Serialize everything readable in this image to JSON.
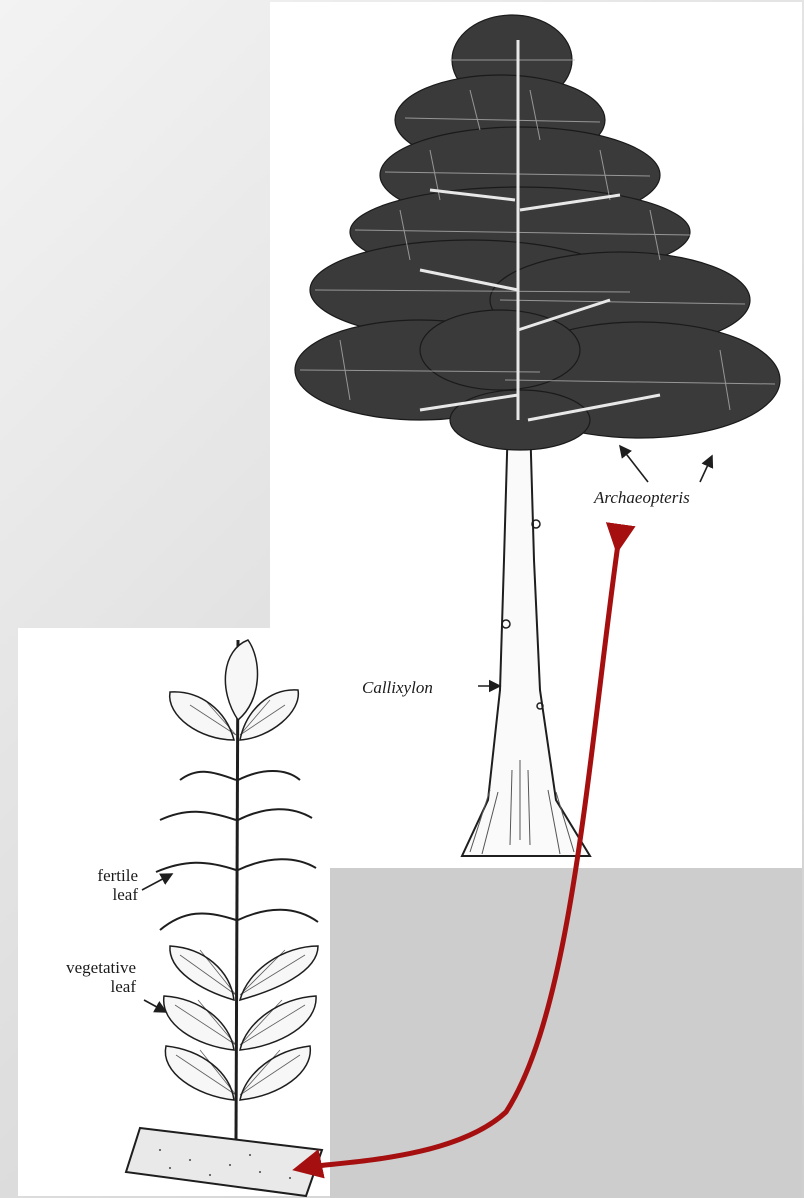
{
  "labels": {
    "archaeopteris": "Archaeopteris",
    "callixylon": "Callixylon",
    "fertile_line1": "fertile",
    "fertile_line2": "leaf",
    "vegetative_line1": "vegetative",
    "vegetative_line2": "leaf"
  },
  "colors": {
    "link_arrow": "#a50f0f",
    "ink": "#1e1e1e",
    "foliage": "#3a3a3a"
  },
  "icons": {
    "tree": "archaeopteris-tree-illustration",
    "branch": "archaeopteris-branch-illustration",
    "link": "double-headed-curved-arrow"
  }
}
